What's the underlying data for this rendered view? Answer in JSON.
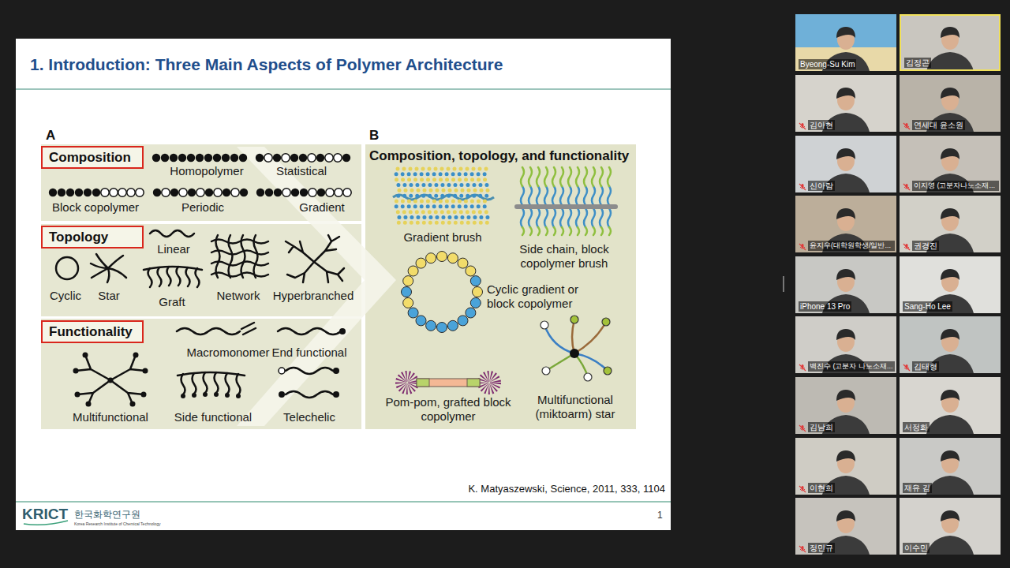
{
  "diagram": {
    "title": "1. Introduction: Three Main Aspects of Polymer Architecture",
    "nodes": [
      {
        "text": [
          "Homopolymer",
          "Statistical",
          "Block copolymer",
          "Periodic",
          "Gradient"
        ]
      },
      {
        "text": [
          "Composition"
        ],
        "in": 0
      },
      {
        "text": [
          "Linear",
          "Cyclic",
          "Star",
          "Graft",
          "Network",
          "Hyperbranched"
        ]
      },
      {
        "text": [
          "Topology"
        ],
        "in": 2
      },
      {
        "text": [
          "Macromonomer",
          "End functional",
          "Multifunctional",
          "Side functional",
          "Telechelic"
        ]
      },
      {
        "text": [
          "Functionality"
        ],
        "in": 4
      },
      {
        "text": [
          "Composition, topology, and functionality",
          "Gradient brush",
          "Side chain, block copolymer brush",
          "Cyclic gradient or block copolymer",
          "Pom-pom, grafted block copolymer",
          "Multifunctional (miktoarm) star"
        ]
      },
      {
        "text": [
          "Byeong-Su Kim"
        ]
      },
      {
        "text": [
          "김정곤"
        ]
      },
      {
        "text": [
          "김아현"
        ]
      },
      {
        "text": [
          "연세대 윤소원"
        ]
      },
      {
        "text": [
          "신아람"
        ]
      },
      {
        "text": [
          "이지영 (고분자나노소재..."
        ]
      },
      {
        "text": [
          "윤지우(대학원학생/일반..."
        ]
      },
      {
        "text": [
          "권경진"
        ]
      },
      {
        "text": [
          "iPhone 13 Pro"
        ]
      },
      {
        "text": [
          "Sang-Ho Lee"
        ]
      },
      {
        "text": [
          "백진수 (고분자 나노소재..."
        ]
      },
      {
        "text": [
          "김태형"
        ]
      },
      {
        "text": [
          "김남희"
        ]
      },
      {
        "text": [
          "서정화"
        ]
      },
      {
        "text": [
          "이현희"
        ]
      },
      {
        "text": [
          "재유 김"
        ]
      },
      {
        "text": [
          "정민규"
        ]
      },
      {
        "text": [
          "이수민"
        ]
      }
    ],
    "labels": [
      "A",
      "B",
      "K. Matyaszewski, Science, 2011, 333, 1104",
      "KRICT",
      "한국화학연구원",
      "Korea Research Institute of Chemical Technology",
      "1"
    ]
  }
}
